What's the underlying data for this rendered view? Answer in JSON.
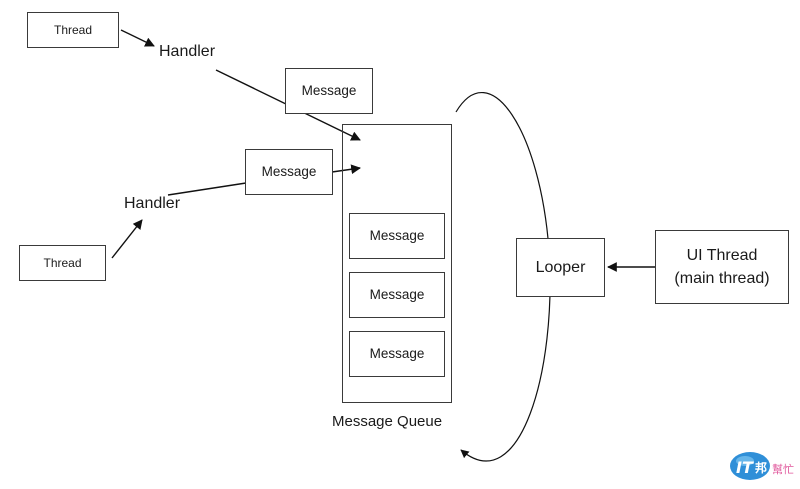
{
  "diagram": {
    "thread_top": "Thread",
    "thread_bottom": "Thread",
    "handler_top": "Handler",
    "handler_bottom": "Handler",
    "message_top": "Message",
    "message_mid": "Message",
    "queue_messages": [
      "Message",
      "Message",
      "Message"
    ],
    "queue_label": "Message Queue",
    "looper": "Looper",
    "ui_thread_line1": "UI Thread",
    "ui_thread_line2": "(main thread)"
  },
  "watermark": {
    "logo_text_a": "IT",
    "logo_text_b": "邦",
    "logo_text_c": "幫忙"
  }
}
